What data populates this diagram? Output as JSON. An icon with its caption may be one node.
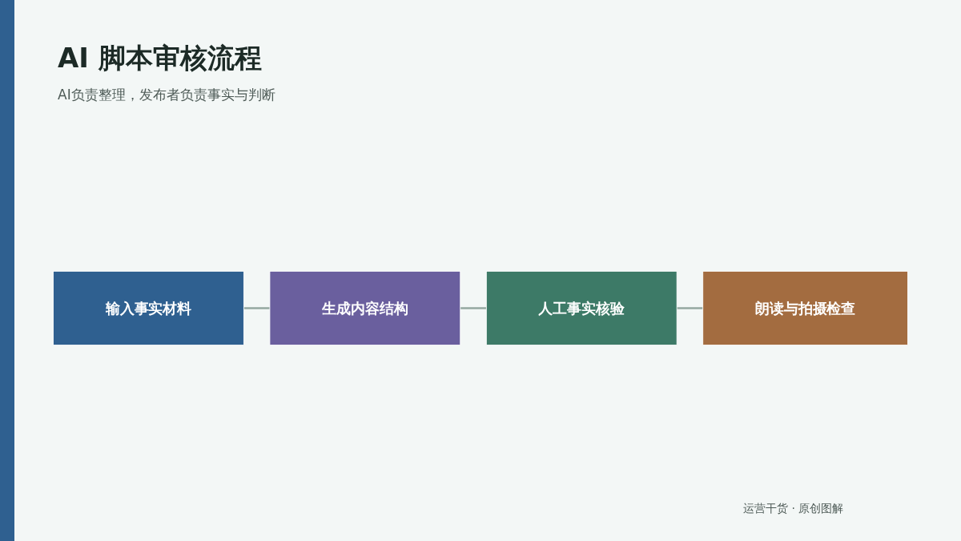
{
  "diagram": {
    "title": "AI 脚本审核流程",
    "nodes": [
      {
        "text": [
          "输入事实材料"
        ]
      },
      {
        "text": [
          "生成内容结构"
        ]
      },
      {
        "text": [
          "人工事实核验"
        ]
      },
      {
        "text": [
          "朗读与拍摄检查"
        ]
      }
    ],
    "edges": [
      {
        "from": 0,
        "to": 1,
        "arrow": "none"
      },
      {
        "from": 1,
        "to": 2,
        "arrow": "none"
      },
      {
        "from": 2,
        "to": 3,
        "arrow": "none"
      }
    ],
    "labels": [
      "AI负责整理，发布者负责事实与判断",
      "运营干货 · 原创图解"
    ]
  }
}
